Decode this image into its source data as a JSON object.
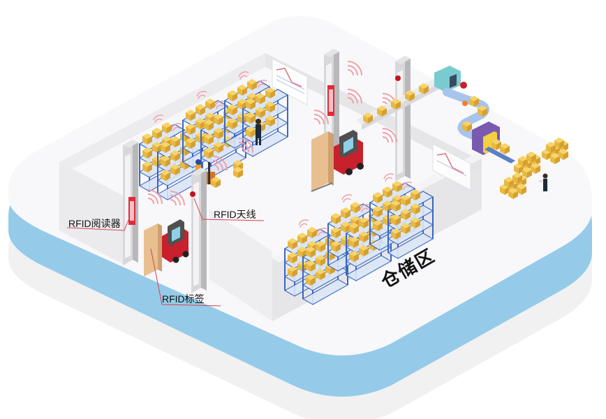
{
  "scene": {
    "title": "仓储区",
    "labels": {
      "reader": "RFID阅读器",
      "antenna": "RFID天线",
      "tag": "RFID标签"
    }
  },
  "colors": {
    "platform_top": "#f8f8fa",
    "platform_edge_blue": "#95cbe8",
    "platform_base": "#f1f1f2",
    "wall": "#e6e6e8",
    "gate": "#c9c9cb",
    "reader_red": "#e02a3a",
    "signal_red": "#f0a0a8",
    "box": "#f0c050",
    "rack_blue": "#3a66c0",
    "forklift_red": "#c8202c",
    "conveyor_blue": "#a8c4ec",
    "scanner_purple": "#7a5ab0",
    "leader_line": "#d64050"
  }
}
